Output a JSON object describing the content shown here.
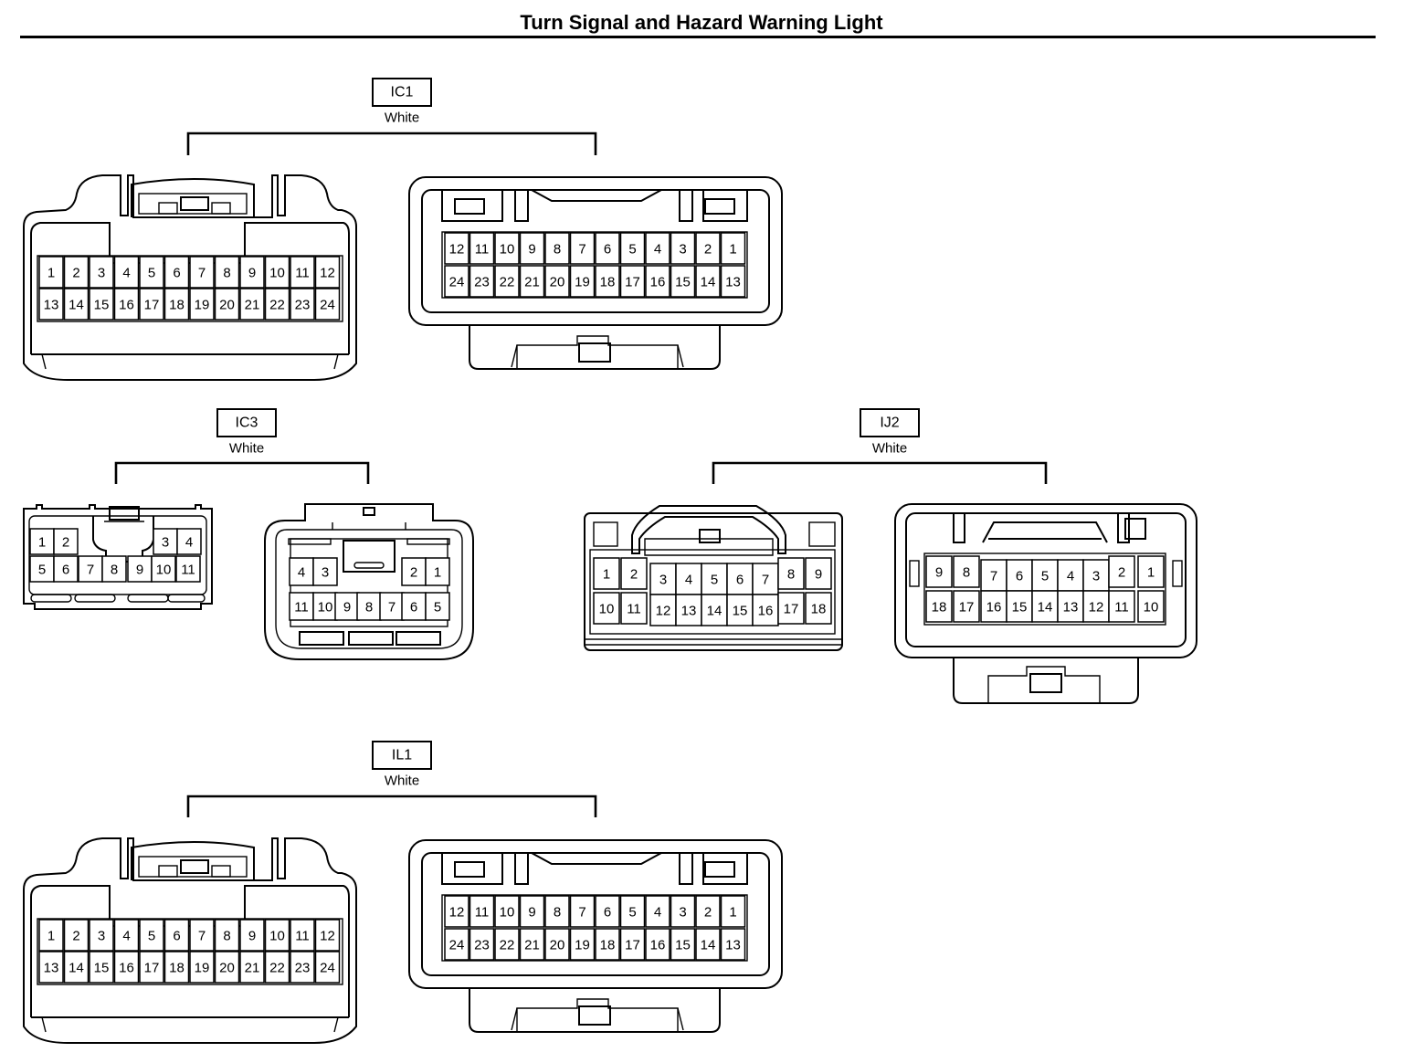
{
  "title": "Turn Signal and Hazard Warning Light",
  "connectors": [
    {
      "id": "IC1",
      "color": "White",
      "pins_a": [
        [
          "1",
          "2",
          "3",
          "4",
          "5",
          "6",
          "7",
          "8",
          "9",
          "10",
          "11",
          "12"
        ],
        [
          "13",
          "14",
          "15",
          "16",
          "17",
          "18",
          "19",
          "20",
          "21",
          "22",
          "23",
          "24"
        ]
      ],
      "pins_b": [
        [
          "12",
          "11",
          "10",
          "9",
          "8",
          "7",
          "6",
          "5",
          "4",
          "3",
          "2",
          "1"
        ],
        [
          "24",
          "23",
          "22",
          "21",
          "20",
          "19",
          "18",
          "17",
          "16",
          "15",
          "14",
          "13"
        ]
      ]
    },
    {
      "id": "IC3",
      "color": "White",
      "pins_a": [
        [
          "1",
          "2",
          "3",
          "4"
        ],
        [
          "5",
          "6",
          "7",
          "8",
          "9",
          "10",
          "11"
        ]
      ],
      "pins_b": [
        [
          "4",
          "3",
          "2",
          "1"
        ],
        [
          "11",
          "10",
          "9",
          "8",
          "7",
          "6",
          "5"
        ]
      ]
    },
    {
      "id": "IJ2",
      "color": "White",
      "pins_a": [
        [
          "1",
          "2",
          "3",
          "4",
          "5",
          "6",
          "7",
          "8",
          "9"
        ],
        [
          "10",
          "11",
          "12",
          "13",
          "14",
          "15",
          "16",
          "17",
          "18"
        ]
      ],
      "pins_b": [
        [
          "9",
          "8",
          "7",
          "6",
          "5",
          "4",
          "3",
          "2",
          "1"
        ],
        [
          "18",
          "17",
          "16",
          "15",
          "14",
          "13",
          "12",
          "11",
          "10"
        ]
      ]
    },
    {
      "id": "IL1",
      "color": "White",
      "pins_a": [
        [
          "1",
          "2",
          "3",
          "4",
          "5",
          "6",
          "7",
          "8",
          "9",
          "10",
          "11",
          "12"
        ],
        [
          "13",
          "14",
          "15",
          "16",
          "17",
          "18",
          "19",
          "20",
          "21",
          "22",
          "23",
          "24"
        ]
      ],
      "pins_b": [
        [
          "12",
          "11",
          "10",
          "9",
          "8",
          "7",
          "6",
          "5",
          "4",
          "3",
          "2",
          "1"
        ],
        [
          "24",
          "23",
          "22",
          "21",
          "20",
          "19",
          "18",
          "17",
          "16",
          "15",
          "14",
          "13"
        ]
      ]
    }
  ]
}
